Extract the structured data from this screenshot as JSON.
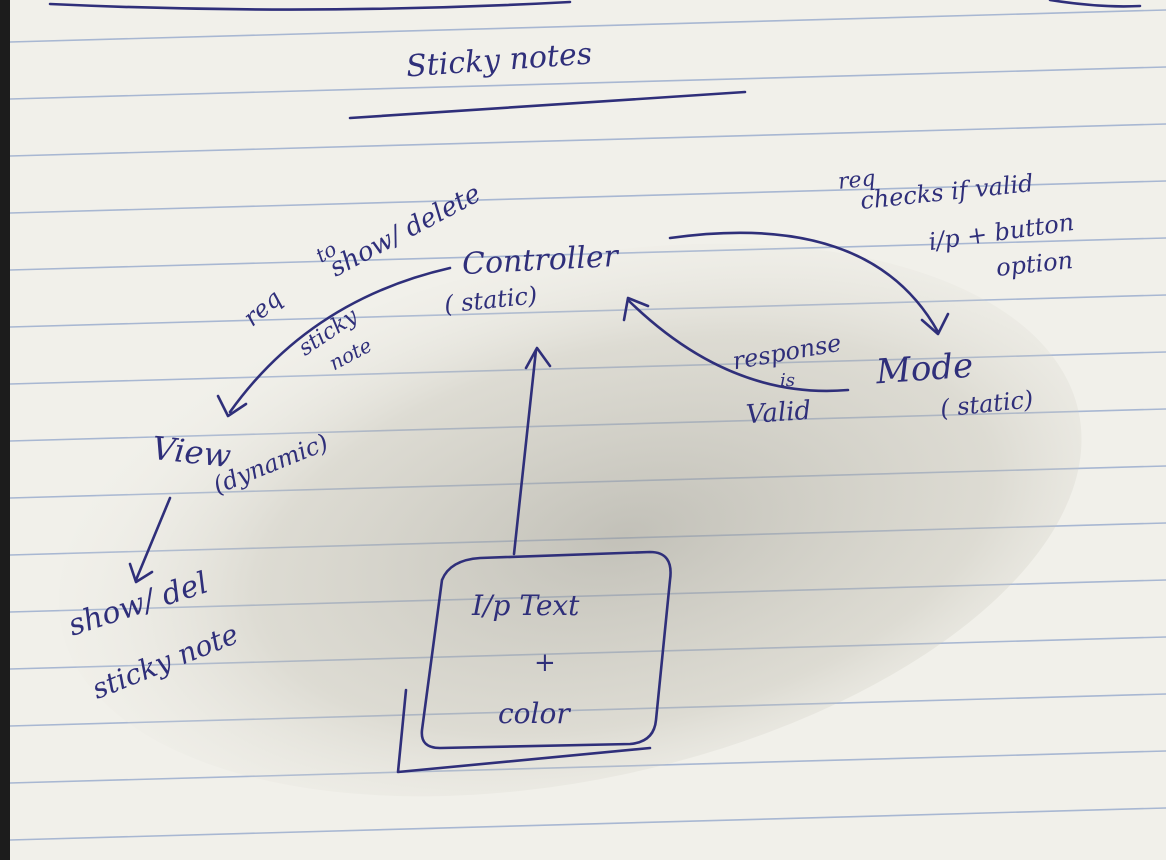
{
  "title": "Sticky notes",
  "nodes": {
    "controller": {
      "label": "Controller",
      "note": "( static)"
    },
    "model": {
      "label": "Mode",
      "note": "( static)"
    },
    "view": {
      "label": "View",
      "note": "(dynamic)"
    },
    "input": {
      "line1": "I/p Text",
      "line2": "+",
      "line3": "color"
    }
  },
  "edges": {
    "controller_to_view": {
      "line1": "req",
      "line2": "to",
      "line3": "show/ delete",
      "line4": "sticky",
      "line5": "note"
    },
    "controller_to_model": {
      "line1": "req",
      "line2": "checks if valid",
      "line3": "i/p + button",
      "line4": "option"
    },
    "model_to_controller": {
      "line1": "response",
      "line2": "is",
      "line3": "Valid"
    },
    "view_to_output": {
      "line1": "show/ del",
      "line2": "sticky note"
    }
  },
  "colors": {
    "paper": "#f1f0ea",
    "ruling": "#8aa0c8",
    "ink": "#2f2f7a",
    "shadow": "#c9c6b8"
  }
}
